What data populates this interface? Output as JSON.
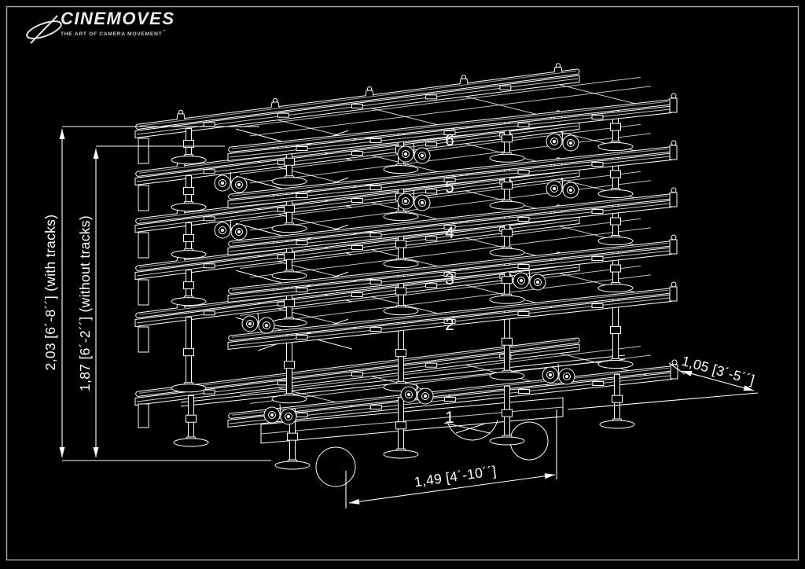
{
  "brand": {
    "name": "CINEMOVES",
    "tagline": "THE ART OF CAMERA MOVEMENT",
    "tm": "™"
  },
  "dimensions": {
    "height_with_tracks": "2,03 [6´-8´´] (with tracks)",
    "height_without_tracks": "1,87 [6´-2´´] (without tracks)",
    "length": "1,49 [4´-10´´]",
    "depth": "1,05 [3´-5´´]"
  },
  "levels": [
    "6",
    "5",
    "4",
    "3",
    "2",
    "1"
  ],
  "colors": {
    "background": "#000000",
    "line": "#ffffff",
    "sheet_border": "#adadad"
  }
}
